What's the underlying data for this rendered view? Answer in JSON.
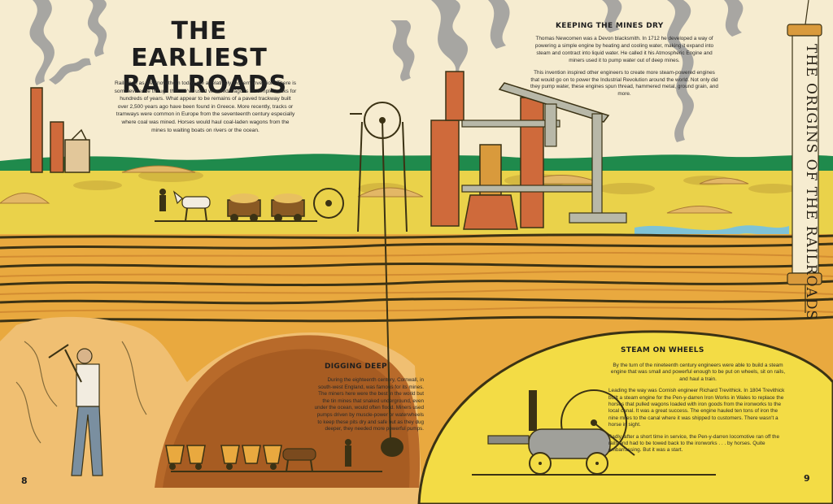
{
  "left_page": {
    "title": "THE EARLIEST RAILROADS",
    "intro": "Railroads as we know them today are a relatively modern invention. There is some evidence though that we've used wheeled wagons on simple tracks for hundreds of years. What appear to be remains of a paved trackway built over 2,500 years ago have been found in Greece. More recently, tracks or tramways were common in Europe from the seventeenth century especially where coal was mined. Horses would haul coal-laden wagons from the mines to waiting boats on rivers or the ocean.",
    "page_number": "8"
  },
  "mines_section": {
    "heading": "KEEPING THE MINES DRY",
    "paragraphs": [
      "Thomas Newcomen was a Devon blacksmith. In 1712 he developed a way of powering a simple engine by heating and cooling water, making it expand into steam and contract into liquid water. He called it his Atmospheric Engine and miners used it to pump water out of deep mines.",
      "This invention inspired other engineers to create more steam-powered engines that would go on to power the Industrial Revolution around the world. Not only did they pump water, these engines spun thread, hammered metal, ground grain, and more."
    ]
  },
  "digging_section": {
    "heading": "DIGGING DEEP",
    "text": "During the eighteenth century, Cornwall, in south-west England, was famous for its mines. The miners here were the best in the world but the tin mines that snaked underground, even under the ocean, would often flood. Miners used pumps driven by muscle-power or waterwheels to keep these pits dry and safe but as they dug deeper, they needed more powerful pumps."
  },
  "steam_section": {
    "heading": "STEAM ON WHEELS",
    "paragraphs": [
      "By the turn of the nineteenth century engineers were able to build a steam engine that was small and powerful enough to be put on wheels, sit on rails, and haul a train.",
      "Leading the way was Cornish engineer Richard Trevithick. In 1804 Trevithick built a steam engine for the Pen-y-darren Iron Works in Wales to replace the horses that pulled wagons loaded with iron goods from the ironworks to the local canal. It was a great success. The engine hauled ten tons of iron the nine miles to the canal where it was shipped to customers. There wasn't a horse in sight.",
      "Sadly, after a short time in service, the Pen-y-darren locomotive ran off the rails and had to be towed back to the ironworks . . . by horses. Quite embarrassing. But it was a start."
    ],
    "page_number": "9"
  },
  "scroll": {
    "label": "THE ORIGINS OF THE RAILROADS"
  },
  "colors": {
    "paper": "#f6ecd0",
    "sky": "#f6ecd0",
    "hills": "#1f8a4c",
    "field": "#ead24a",
    "soil": "#e9a93f",
    "soil_dark": "#c9802c",
    "strata_line": "#3b3214",
    "brick": "#cf6a3b",
    "smoke": "#9a9a9a",
    "steam_circle": "#f3dc45",
    "tunnel": "#b86a2a",
    "water": "#7fc3d6",
    "text": "#2a2a2a"
  }
}
